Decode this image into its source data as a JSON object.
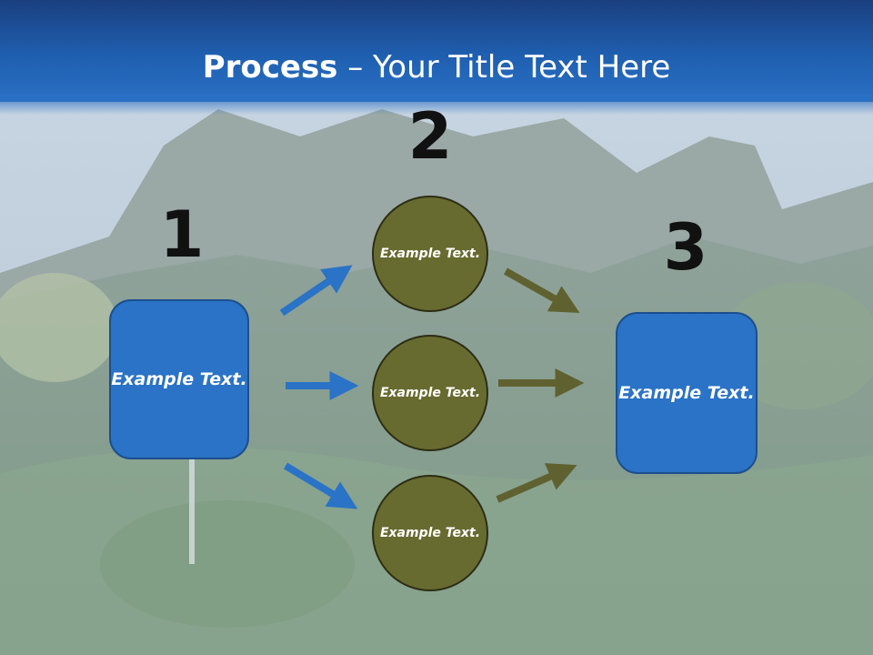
{
  "title": {
    "bold": "Process",
    "rest": " – Your Title Text Here"
  },
  "steps": {
    "one": "1",
    "two": "2",
    "three": "3"
  },
  "nodes": {
    "left_box": "Example Text.",
    "circle_top": "Example Text.",
    "circle_middle": "Example Text.",
    "circle_bottom": "Example Text.",
    "right_box": "Example Text."
  },
  "colors": {
    "header": "#1f5fb0",
    "box": "#2a73c6",
    "circle": "#686b30",
    "arrow_blue": "#2a73c6",
    "arrow_olive": "#5f6230"
  }
}
